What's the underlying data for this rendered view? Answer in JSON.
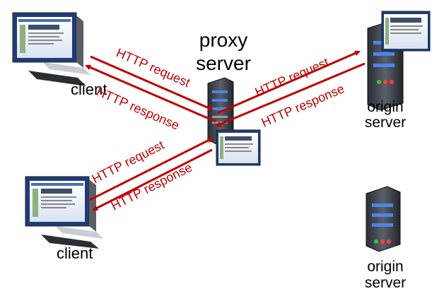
{
  "labels": {
    "proxy_line1": "proxy",
    "proxy_line2": "server",
    "client_top": "client",
    "client_bottom": "client",
    "origin_top_line1": "origin",
    "origin_top_line2": "server",
    "origin_bottom_line1": "origin",
    "origin_bottom_line2": "server"
  },
  "arrows": {
    "client_top_request": "HTTP request",
    "client_top_response": "HTTP response",
    "origin_top_request": "HTTP request",
    "origin_top_response": "HTTP response",
    "client_bottom_request": "HTTP request",
    "client_bottom_response": "HTTP response"
  },
  "colors": {
    "arrow": "#c00000",
    "server_body": "#3a3f47",
    "server_light": "#4a86e8"
  }
}
